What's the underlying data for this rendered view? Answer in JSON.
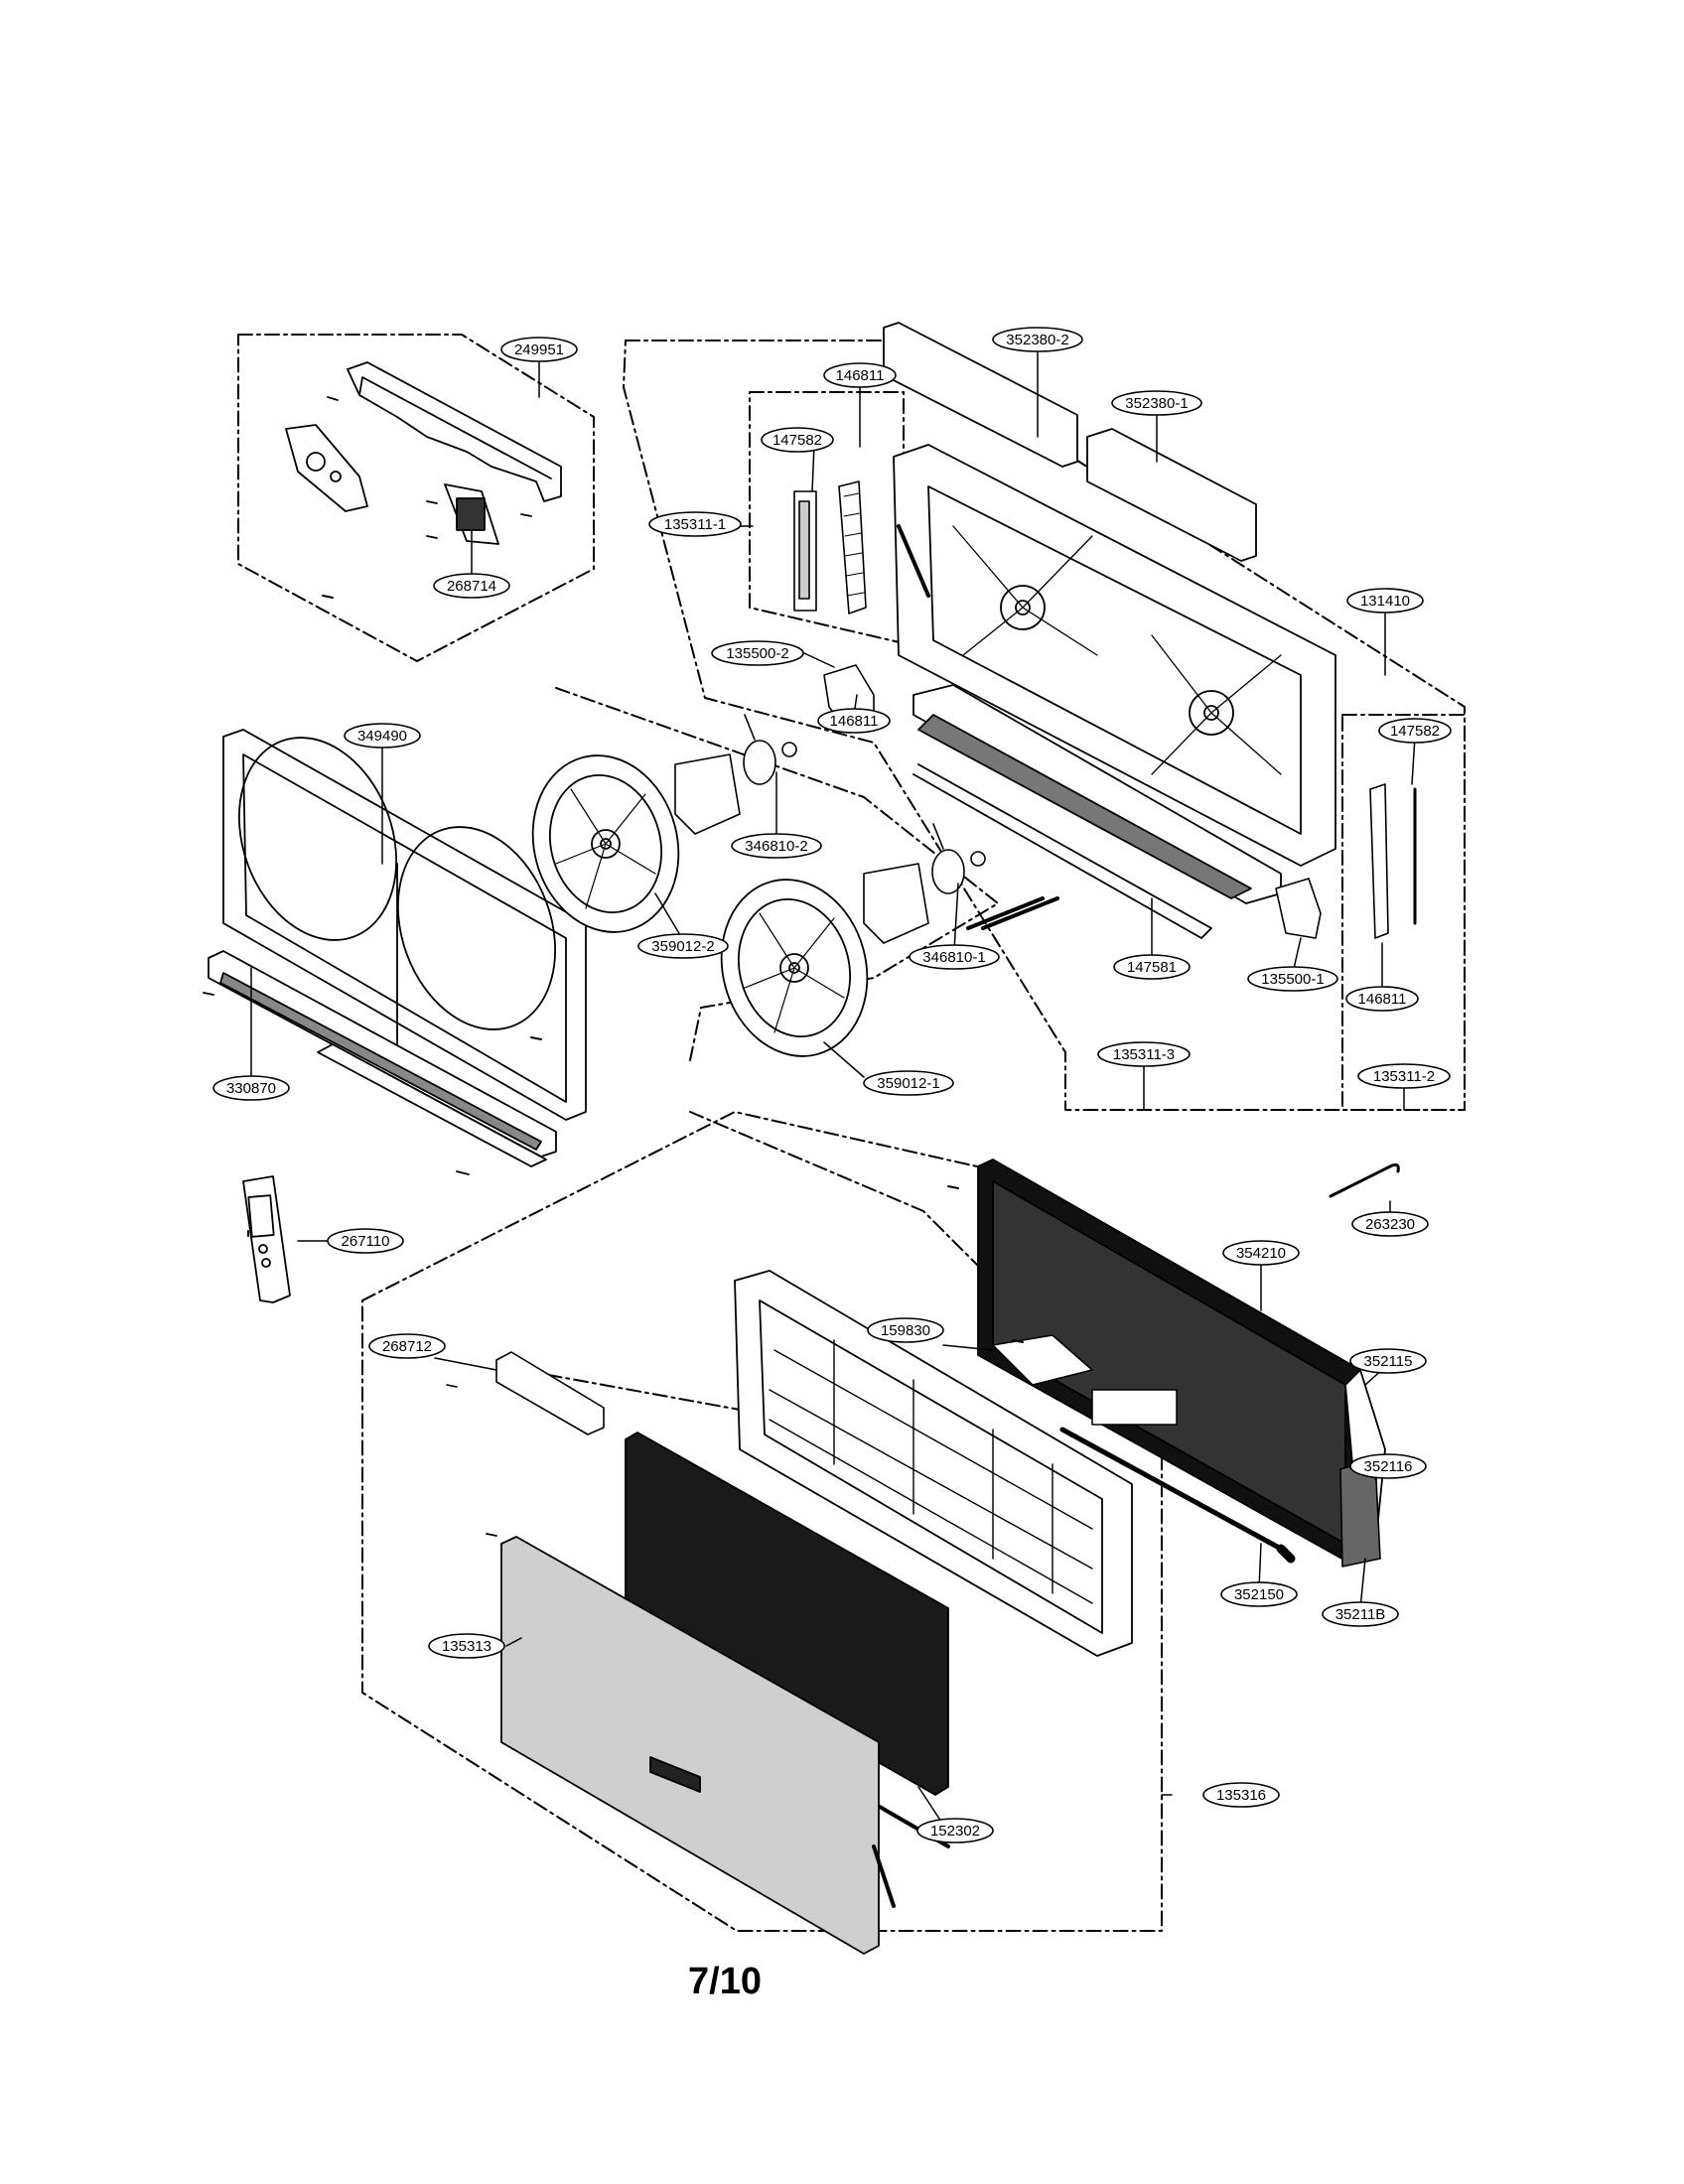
{
  "page": {
    "number": "7/10"
  },
  "parts": [
    "249951",
    "268714",
    "352380-2",
    "352380-1",
    "146811",
    "147582",
    "135311-1",
    "131410",
    "135500-2",
    "146811",
    "147582",
    "349490",
    "346810-2",
    "359012-2",
    "346810-1",
    "147581",
    "135500-1",
    "146811",
    "330870",
    "359012-1",
    "135311-3",
    "135311-2",
    "263230",
    "267110",
    "354210",
    "159830",
    "352115",
    "268712",
    "352116",
    "352150",
    "35211B",
    "135313",
    "135316",
    "152302"
  ]
}
